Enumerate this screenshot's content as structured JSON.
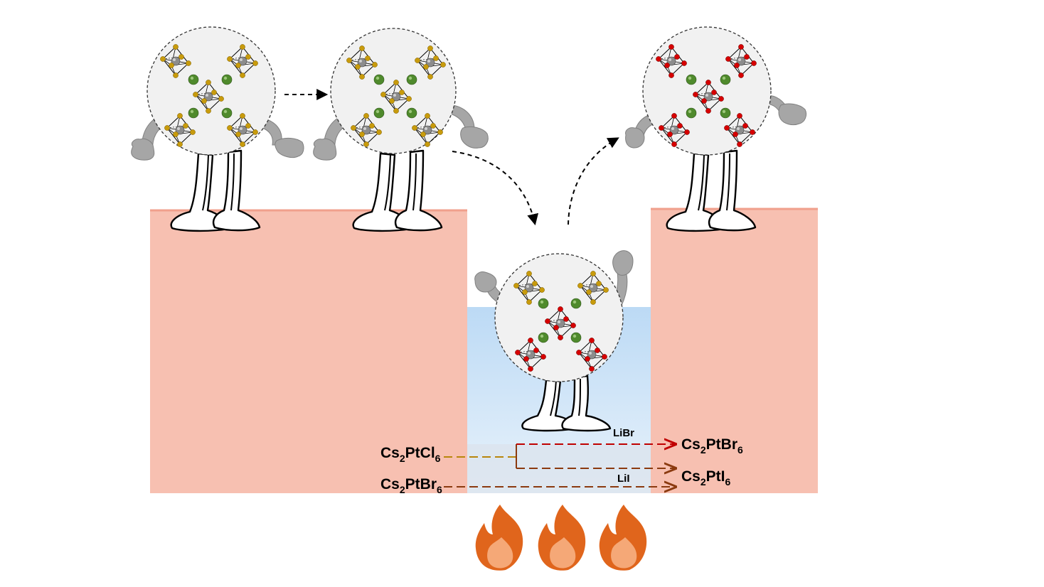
{
  "labels": {
    "reactant_1": {
      "main": "Cs",
      "sub1": "2",
      "mid": "PtCl",
      "sub2": "6"
    },
    "reactant_2": {
      "main": "Cs",
      "sub1": "2",
      "mid": "PtBr",
      "sub2": "6"
    },
    "product_1": {
      "main": "Cs",
      "sub1": "2",
      "mid": "PtBr",
      "sub2": "6"
    },
    "product_2": {
      "main": "Cs",
      "sub1": "2",
      "mid": "PtI",
      "sub2": "6"
    },
    "reagent_1": "LiBr",
    "reagent_2": "LiI"
  },
  "colors": {
    "platform": "#f7c0b1",
    "platform_edge": "#f0a08c",
    "water_top": "#bcdaf5",
    "water_bottom": "#e6f1fb",
    "body": "#f1f1f1",
    "arm": "#a6a6a6",
    "chloride_atom": "#c89b0c",
    "bromide_atom": "#d60000",
    "cesium_atom": "#4f8a2c",
    "platinum_atom": "#8c8c8c",
    "arrow_to_bromide": "#c00000",
    "arrow_to_iodide": "#8b3a0f",
    "arrow_from_chloride": "#b8860b",
    "flame_outer": "#e0651c",
    "flame_inner": "#f5a877"
  }
}
